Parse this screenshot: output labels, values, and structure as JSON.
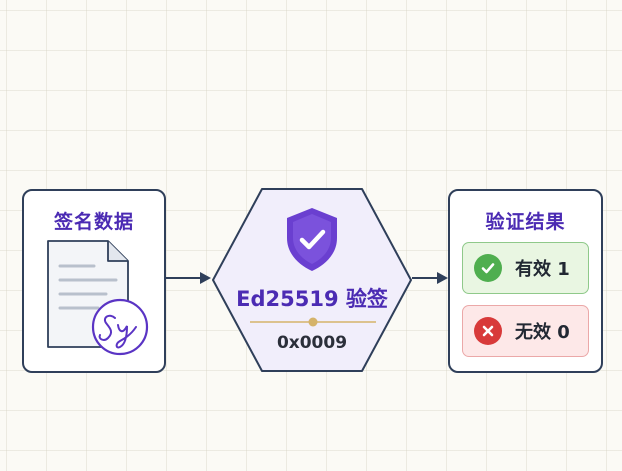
{
  "source": {
    "title": "签名数据",
    "signature_mark": "Sy"
  },
  "verifier": {
    "title": "Ed25519 验签",
    "code": "0x0009"
  },
  "result": {
    "title": "验证结果",
    "valid_label": "有效 1",
    "invalid_label": "无效 0"
  },
  "colors": {
    "border": "#2f3f5a",
    "accent_purple": "#4b2bb3",
    "shield_purple": "#6a3fd0",
    "valid_green": "#4fae4f",
    "invalid_red": "#d83a3a",
    "divider_gold": "#d5b36a"
  },
  "icons": {
    "document": "document-icon",
    "signature": "signature-icon",
    "shield": "shield-check-icon",
    "valid": "check-circle-icon",
    "invalid": "x-circle-icon"
  }
}
